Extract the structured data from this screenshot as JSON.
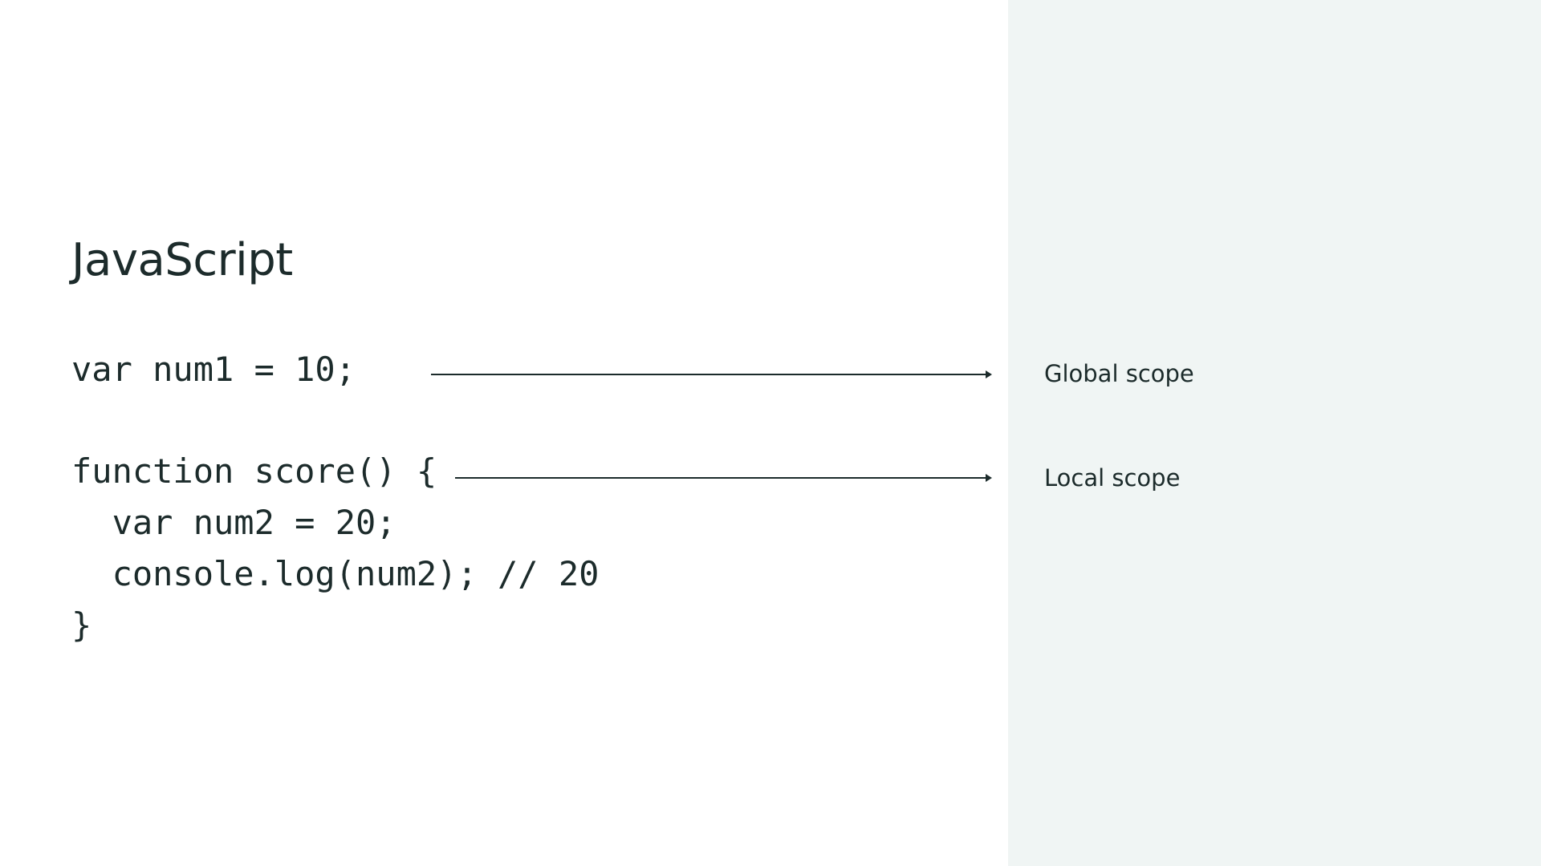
{
  "slide": {
    "title": "JavaScript",
    "code_lines": [
      "var num1 = 10;",
      "function score() {",
      "  var num2 = 20;",
      "  console.log(num2); // 20",
      "}"
    ],
    "labels": {
      "global": "Global scope",
      "local": "Local scope"
    }
  },
  "colors": {
    "text": "#1c2b2b",
    "panel": "#f0f5f4",
    "background": "#ffffff"
  }
}
